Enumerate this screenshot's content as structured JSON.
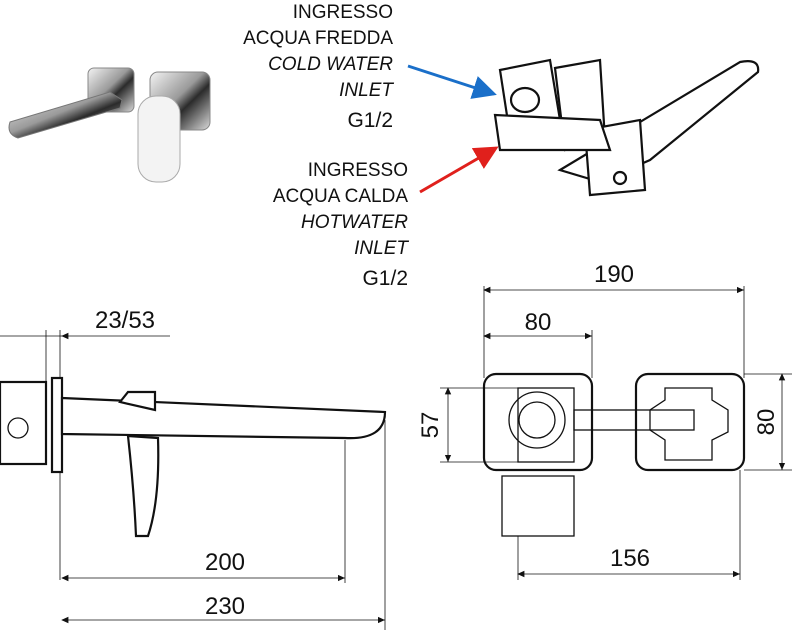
{
  "cold_inlet": {
    "line1": "INGRESSO",
    "line2": "ACQUA FREDDA",
    "line3": "COLD WATER",
    "line4": "INLET",
    "thread": "G1/2",
    "arrow_color": "#1a6fc9"
  },
  "hot_inlet": {
    "line1": "INGRESSO",
    "line2": "ACQUA CALDA",
    "line3": "HOTWATER",
    "line4": "INLET",
    "thread": "G1/2",
    "arrow_color": "#e0201c"
  },
  "side_view": {
    "dim_wall": "23/53",
    "dim_spout": "200",
    "dim_total": "230"
  },
  "front_view": {
    "dim_total_width": "190",
    "dim_plate_width": "80",
    "dim_body_height": "57",
    "dim_plate_height": "80",
    "dim_centers": "156"
  }
}
